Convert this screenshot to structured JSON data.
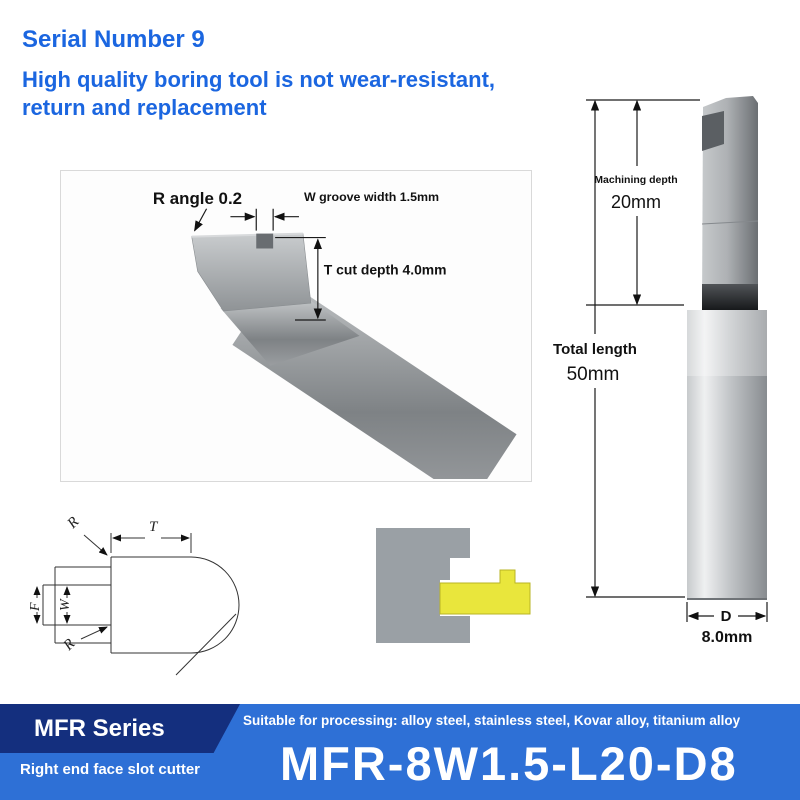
{
  "header": {
    "serial_number": "Serial Number 9",
    "tagline_line1": "High quality boring tool is not wear-resistant,",
    "tagline_line2": "return and replacement"
  },
  "detail_panel": {
    "r_angle": "R angle 0.2",
    "w_groove": "W groove width 1.5mm",
    "t_cut_depth": "T cut depth 4.0mm"
  },
  "side_panel": {
    "machining_depth_label": "Machining depth",
    "machining_depth_value": "20mm",
    "total_length_label": "Total length",
    "total_length_value": "50mm",
    "diameter_label": "D",
    "diameter_value": "8.0mm"
  },
  "profile_drawing": {
    "labels": {
      "r_top": "R",
      "t": "T",
      "f": "F",
      "w": "W",
      "r_bottom": "R"
    }
  },
  "footer": {
    "series_name": "MFR Series",
    "series_subtitle": "Right end face slot cutter",
    "suitable": "Suitable for processing: alloy steel, stainless steel, Kovar alloy, titanium alloy",
    "model": "MFR-8W1.5-L20-D8"
  },
  "colors": {
    "accent_blue": "#1b66e0",
    "banner_blue": "#2e70d6",
    "banner_navy": "#142f7e",
    "insert_yellow": "#e9e63c",
    "steel_gray": "#9aa0a5"
  }
}
